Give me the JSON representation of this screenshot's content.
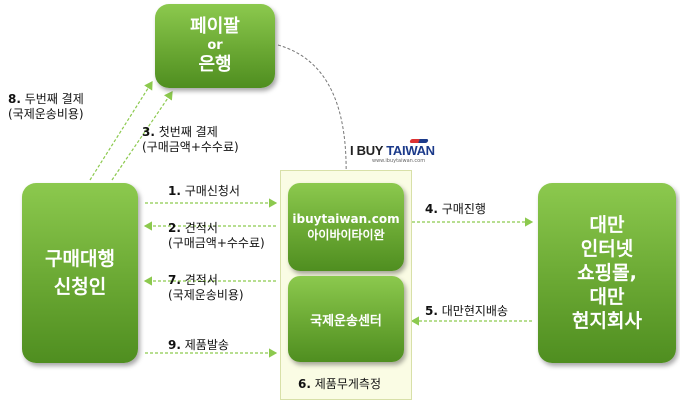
{
  "nodes": {
    "paypal": {
      "line1": "페이팔",
      "line2": "or",
      "line3": "은행"
    },
    "applicant": {
      "line1": "구매대행",
      "line2": "신청인"
    },
    "ibuy": {
      "line1": "ibuytaiwan.com",
      "line2": "아이바이타이완"
    },
    "intl": {
      "label": "국제운송센터"
    },
    "vendor": {
      "line1": "대만",
      "line2": "인터넷",
      "line3": "쇼핑몰,",
      "line4": "대만",
      "line5": "현지회사"
    }
  },
  "logo": {
    "main_a": "I BUY ",
    "main_b": "TAIWAN",
    "sub": "www.ibuytaiwan.com"
  },
  "steps": {
    "s1": {
      "num": "1.",
      "text": "구매신청서"
    },
    "s2": {
      "num": "2.",
      "text": "견적서",
      "sub": "(구매금액+수수료)"
    },
    "s3": {
      "num": "3.",
      "text": "첫번째 결제",
      "sub": "(구매금액+수수료)"
    },
    "s4": {
      "num": "4.",
      "text": "구매진행"
    },
    "s5": {
      "num": "5.",
      "text": "대만현지배송"
    },
    "s6": {
      "num": "6.",
      "text": "제품무게측정"
    },
    "s7": {
      "num": "7.",
      "text": "견적서",
      "sub": "(국제운송비용)"
    },
    "s8": {
      "num": "8.",
      "text": "두번째 결제",
      "sub": "(국제운송비용)"
    },
    "s9": {
      "num": "9.",
      "text": "제품발송"
    }
  },
  "colors": {
    "box_green": "#6aa833",
    "arrow_green": "#8cc94e",
    "arrow_gray": "#777777",
    "logo_blue": "#1b3a8a"
  }
}
